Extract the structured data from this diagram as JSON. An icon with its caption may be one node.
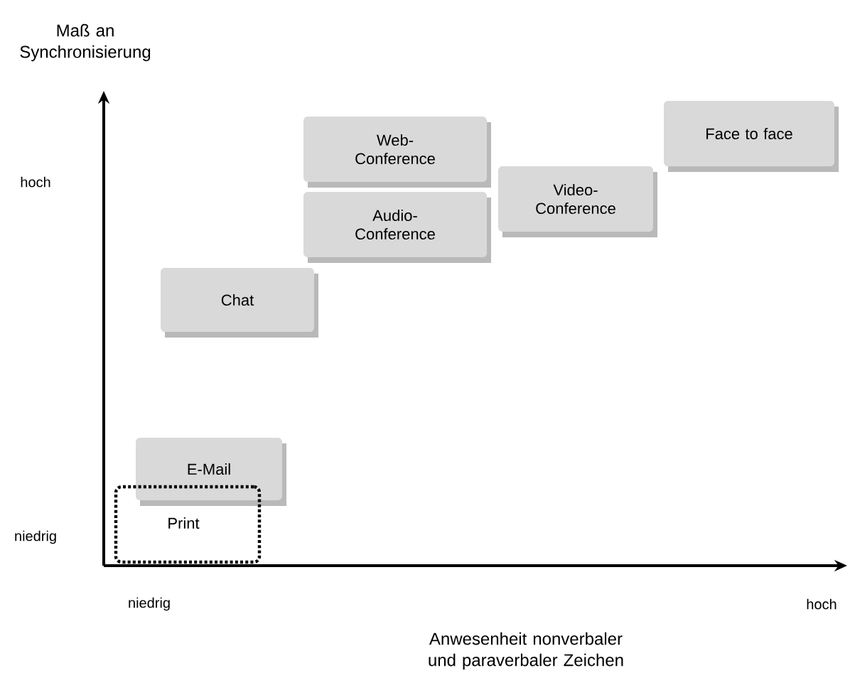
{
  "diagram": {
    "nodes": [
      {
        "text": [
          "Web-Conference"
        ]
      },
      {
        "text": [
          "Face to face"
        ]
      },
      {
        "text": [
          "Video-Conference"
        ]
      },
      {
        "text": [
          "Audio-Conference"
        ]
      },
      {
        "text": [
          "Chat"
        ]
      },
      {
        "text": [
          "E-Mail"
        ]
      },
      {
        "text": [
          "Print"
        ]
      }
    ],
    "edges": [],
    "labels": [
      "Maß an Synchronisierung",
      "hoch",
      "niedrig",
      "niedrig",
      "hoch",
      "Anwesenheit nonverbaler und paraverbaler Zeichen"
    ]
  }
}
